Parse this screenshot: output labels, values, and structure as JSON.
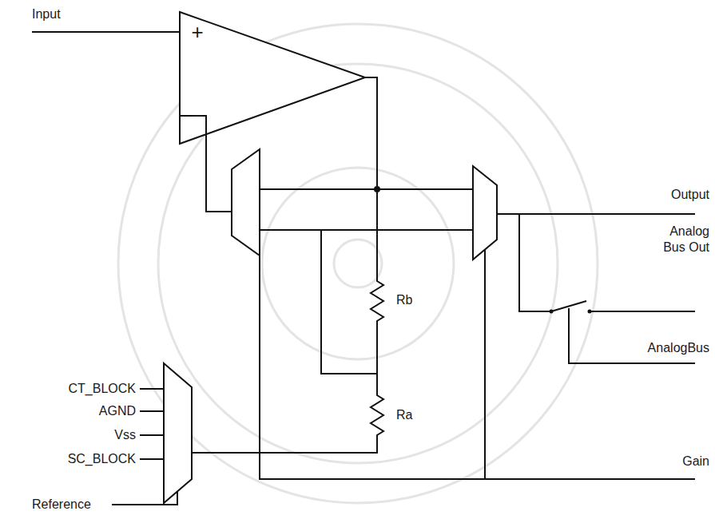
{
  "diagram": {
    "labels": [
      "Input",
      "+",
      "−",
      "Rb",
      "Ra",
      "Output",
      "Analog Bus Out",
      "AnalogBus",
      "Gain",
      "CT_BLOCK",
      "AGND",
      "Vss",
      "SC_BLOCK",
      "Reference"
    ]
  }
}
